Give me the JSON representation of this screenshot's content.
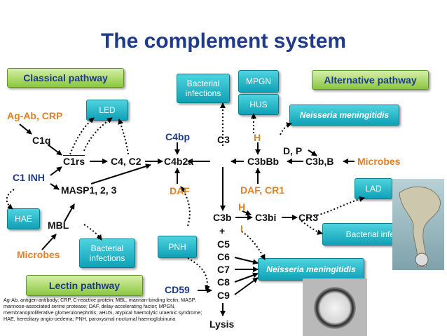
{
  "title": "The complement system",
  "pathways": {
    "classical": "Classical pathway",
    "alternative": "Alternative pathway",
    "lectin": "Lectin pathway"
  },
  "disease_boxes": {
    "led": "LED",
    "bacterial_infections_top": "Bacterial infections",
    "mpgn": "MPGN",
    "hus": "HUS",
    "neisseria_top": "Neisseria meningitidis",
    "lad": "LAD",
    "hae": "HAE",
    "bacterial_infections_lectin": "Bacterial infections",
    "pnh": "PNH",
    "bacterial_infections_right": "Bacterial infections",
    "neisseria_bottom": "Neisseria meningitidis"
  },
  "nodes": {
    "ag_ab_crp": "Ag-Ab, CRP",
    "c1q": "C1q",
    "c1rs": "C1rs",
    "c4_c2": "C4, C2",
    "c4b2a": "C4b2a",
    "c1_inh": "C1 INH",
    "masp": "MASP1, 2, 3",
    "mbl": "MBL",
    "microbes_left": "Microbes",
    "c4bp": "C4bp",
    "daf": "DAF",
    "c3": "C3",
    "h_top": "H",
    "d_p": "D, P",
    "c3bbb": "C3bBb",
    "c3b_b": "C3b,B",
    "microbes_right": "Microbes",
    "daf_cr1": "DAF, CR1",
    "h_mid": "H",
    "c3b": "C3b",
    "i_label": "I",
    "c3bi": "C3bi",
    "cr3": "CR3",
    "plus": "+",
    "c5": "C5",
    "c6": "C6",
    "c7": "C7",
    "c8": "C8",
    "c9": "C9",
    "cd59": "CD59",
    "lysis": "Lysis"
  },
  "abbreviations": "Ag-Ab, antigen-antibody; CRP, C-reactive protein; MBL, mannan-binding lectin; MASP, mannose-associated serine protease; DAF, delay-accelerating factor; MPGN, membranoproliferative glomerulonephritis; aHUS, atypical haemolytic uraemic syndrome; HAE, hereditary angio-oedema; PNH, paroxysmal nocturnal haemoglobinuria",
  "colors": {
    "title": "#1f3a8a",
    "regulator": "#e67e22",
    "pathway_box": "#8cc63f",
    "disease_box": "#17b3c6"
  }
}
